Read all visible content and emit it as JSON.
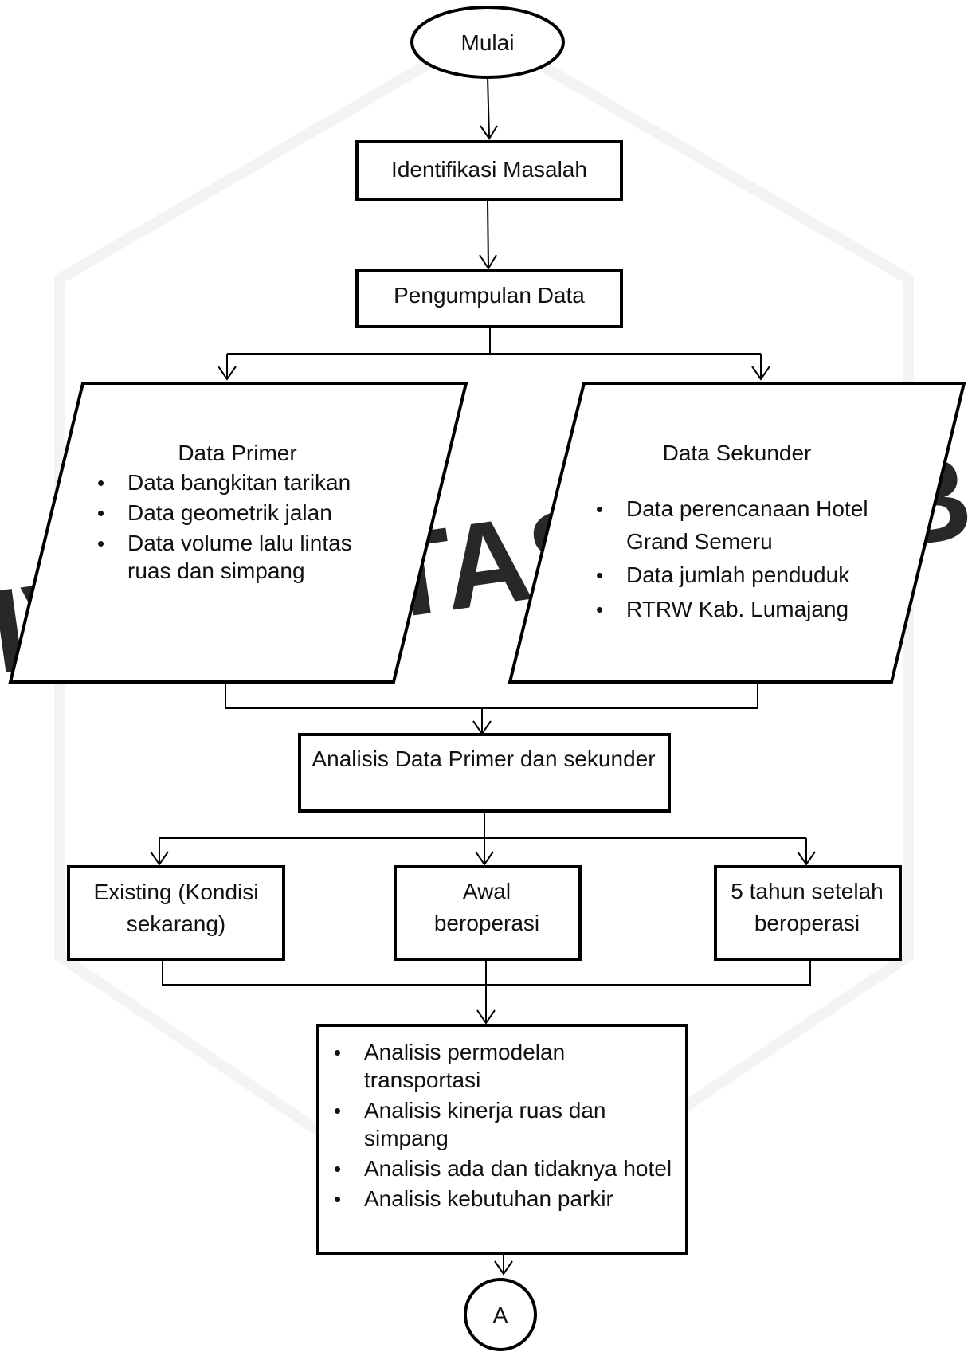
{
  "nodes": {
    "start": {
      "label": "Mulai"
    },
    "identifikasi": {
      "label": "Identifikasi Masalah"
    },
    "pengumpulan": {
      "label": "Pengumpulan Data"
    },
    "data_primer": {
      "title": "Data Primer",
      "items": [
        "Data bangkitan tarikan",
        "Data geometrik jalan",
        [
          "Data volume lalu lintas",
          "ruas dan simpang"
        ]
      ]
    },
    "data_sekunder": {
      "title": "Data Sekunder",
      "items": [
        [
          "Data perencanaan Hotel",
          "Grand Semeru"
        ],
        "Data jumlah penduduk",
        "RTRW Kab. Lumajang"
      ]
    },
    "analisis_data": {
      "label": "Analisis Data Primer dan sekunder"
    },
    "existing": {
      "lines": [
        "Existing (Kondisi",
        "sekarang)"
      ]
    },
    "awal": {
      "lines": [
        "Awal",
        "beroperasi"
      ]
    },
    "lima_tahun": {
      "lines": [
        "5 tahun setelah",
        "beroperasi"
      ]
    },
    "analisis_akhir": {
      "items": [
        [
          "Analisis permodelan",
          "transportasi"
        ],
        [
          "Analisis kinerja ruas dan",
          "simpang"
        ],
        "Analisis ada dan tidaknya hotel",
        "Analisis kebutuhan parkir"
      ]
    },
    "connector_a": {
      "label": "A"
    }
  },
  "watermark": {
    "text": "UNIVERSITAS JEMBER",
    "color": "#f1f1f1"
  }
}
